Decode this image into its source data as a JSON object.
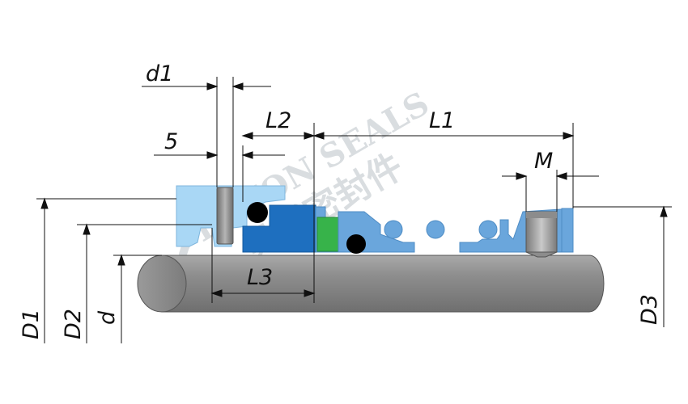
{
  "labels": {
    "d1": "d1",
    "five": "5",
    "L2": "L2",
    "L1": "L1",
    "M": "M",
    "L3": "L3",
    "D1": "D1",
    "D2": "D2",
    "d": "d",
    "D3": "D3"
  },
  "watermark": {
    "text": "BETON SEALS",
    "cjk": "贝通密封件"
  },
  "colors": {
    "light_blue": "#a9d7f5",
    "mid_blue": "#6aa6dc",
    "dark_blue": "#1e6fbf",
    "green": "#37b34a",
    "shaft_gray": "#8a8a8a",
    "pin_gray": "#909090",
    "oring_black": "#000000",
    "line": "#111111"
  }
}
